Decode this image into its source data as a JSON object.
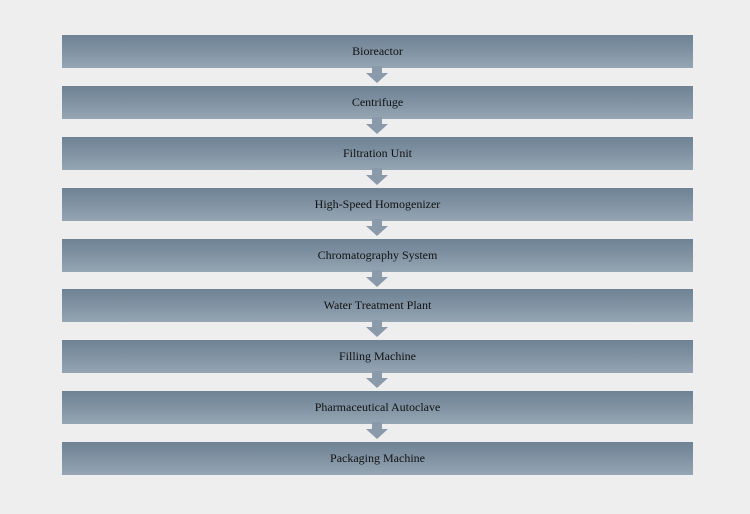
{
  "steps": [
    {
      "label": "Bioreactor"
    },
    {
      "label": "Centrifuge"
    },
    {
      "label": "Filtration Unit"
    },
    {
      "label": "High-Speed Homogenizer"
    },
    {
      "label": "Chromatography System"
    },
    {
      "label": "Water Treatment Plant"
    },
    {
      "label": "Filling Machine"
    },
    {
      "label": "Pharmaceutical Autoclave"
    },
    {
      "label": "Packaging Machine"
    }
  ],
  "colors": {
    "background": "#eeeeee",
    "box_top": "#6e8294",
    "box_bottom": "#95a5b3",
    "arrow": "#8a9aaa",
    "text": "#111111"
  }
}
